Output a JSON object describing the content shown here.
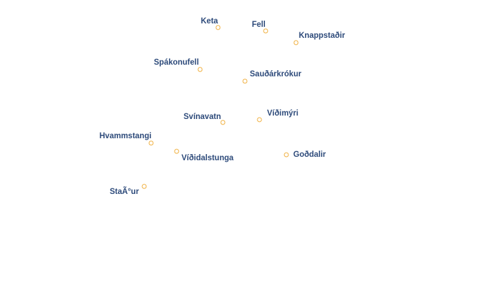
{
  "map": {
    "marker_color": "#f0b040",
    "label_color": "#2d4a7a",
    "places": [
      {
        "id": "keta",
        "name": "Keta"
      },
      {
        "id": "fell",
        "name": "Fell"
      },
      {
        "id": "knappstadir",
        "name": "Knappstaðir"
      },
      {
        "id": "spakonufell",
        "name": "Spákonufell"
      },
      {
        "id": "saudarkrokur",
        "name": "Sauðárkrókur"
      },
      {
        "id": "svinavatn",
        "name": "Svínavatn"
      },
      {
        "id": "vidimyri",
        "name": "Víðimýri"
      },
      {
        "id": "hvammstangi",
        "name": "Hvammstangi"
      },
      {
        "id": "vididalstunga",
        "name": "Víðidalstunga"
      },
      {
        "id": "godalir",
        "name": "Goðdalir"
      },
      {
        "id": "stadur",
        "name": "StaÃ°ur"
      }
    ]
  }
}
